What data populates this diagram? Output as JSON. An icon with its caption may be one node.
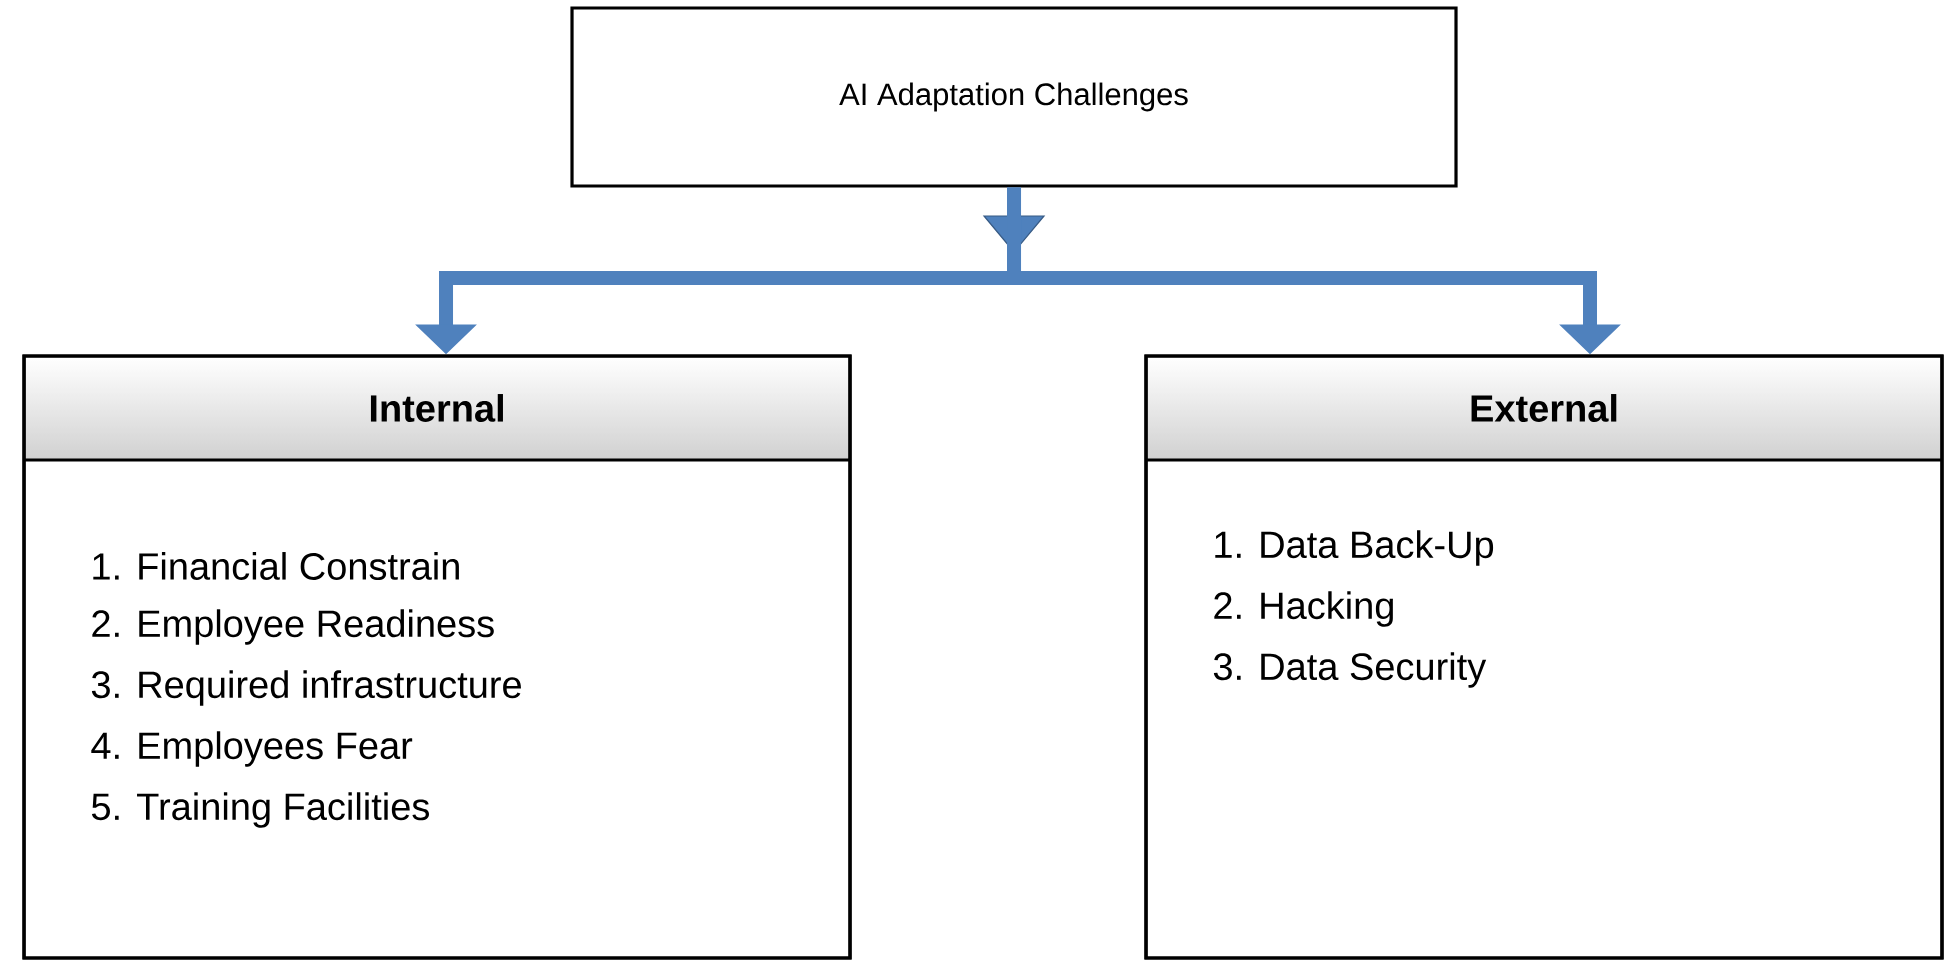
{
  "diagram": {
    "nodes": [
      {
        "text": [
          "AI Adaptation Challenges"
        ]
      },
      {
        "text": [
          "Internal",
          "1. Financial Constrain",
          "2. Employee Readiness",
          "3. Required infrastructure",
          "4. Employees Fear",
          "5. Training Facilities"
        ]
      },
      {
        "text": [
          "External",
          "1. Data Back-Up",
          "2. Hacking",
          "3. Data Security"
        ]
      }
    ],
    "edges": [
      {
        "from": 0,
        "to": 1,
        "arrow": "to"
      },
      {
        "from": 0,
        "to": 2,
        "arrow": "to"
      }
    ]
  }
}
